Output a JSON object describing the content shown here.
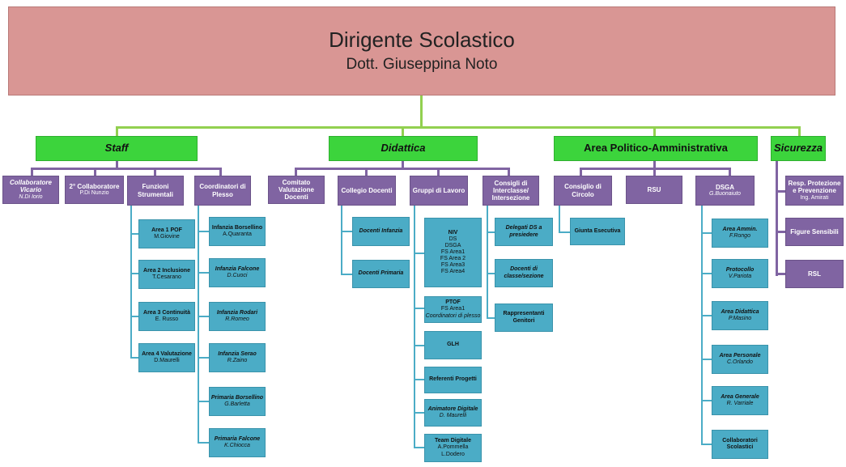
{
  "head": {
    "title": "Dirigente Scolastico",
    "subtitle": "Dott. Giuseppina Noto"
  },
  "areas": {
    "staff": "Staff",
    "didattica": "Didattica",
    "politico": "Area Politico-Amministrativa",
    "sicurezza": "Sicurezza"
  },
  "staff": {
    "vicario": {
      "label": "Collaboratore Vicario",
      "name": "N.Di Iorio"
    },
    "secondo": {
      "label": "2° Collaboratore",
      "name": "P.Di Nunzio"
    },
    "funzioni": {
      "label": "Funzioni Strumentali"
    },
    "coordinatori": {
      "label": "Coordinatori di Plesso"
    },
    "funzioni_items": [
      {
        "label": "Area 1 POF",
        "name": "M.Giovine"
      },
      {
        "label": "Area 2 Inclusione",
        "name": "T.Cesarano"
      },
      {
        "label": "Area 3 Continuità",
        "name": "E. Russo"
      },
      {
        "label": "Area 4 Valutazione",
        "name": "D.Maurelli"
      }
    ],
    "coordinatori_items": [
      {
        "label": "Infanzia Borsellino",
        "name": "A.Quaranta"
      },
      {
        "label": "Infanzia Falcone",
        "name": "D.Cuoci"
      },
      {
        "label": "Infanzia Rodari",
        "name": "R.Romeo"
      },
      {
        "label": "Infanzia Serao",
        "name": "R.Zaino"
      },
      {
        "label": "Primaria Borsellino",
        "name": "G.Barletta"
      },
      {
        "label": "Primaria Falcone",
        "name": "K.Chiocca"
      }
    ]
  },
  "didattica": {
    "comitato": "Comitato Valutazione Docenti",
    "collegio": "Collegio Docenti",
    "gruppi": "Gruppi di Lavoro",
    "consigli": "Consigli di Interclasse/ Intersezione",
    "collegio_items": [
      "Docenti Infanzia",
      "Docenti Primaria"
    ],
    "gruppi_items": [
      {
        "label": "NIV",
        "lines": [
          "DS",
          "DSGA",
          "FS Area1",
          "FS Area 2",
          "FS Area3",
          "FS Area4"
        ]
      },
      {
        "label": "PTOF",
        "lines": [
          "FS Area1",
          "Coordinatori di plesso"
        ]
      },
      {
        "label": "GLH",
        "lines": []
      },
      {
        "label": "Referenti Progetti",
        "lines": []
      },
      {
        "label": "Animatore Digitale",
        "lines": [
          "D. Maurelli"
        ]
      },
      {
        "label": "Team Digitale",
        "lines": [
          "A.Pommella",
          "L.Dodero"
        ]
      }
    ],
    "consigli_items": [
      "Delegati DS a presiedere",
      "Docenti di classe/sezione",
      "Rappresentanti Genitori"
    ]
  },
  "politico": {
    "consiglio": "Consiglio di Circolo",
    "rsu": "RSU",
    "dsga": {
      "label": "DSGA",
      "name": "G.Buonaiuto"
    },
    "giunta": "Giunta Esecutiva",
    "dsga_items": [
      {
        "label": "Area Ammin.",
        "name": "F.Rongo"
      },
      {
        "label": "Protocollo",
        "name": "V.Pariota"
      },
      {
        "label": "Area Didattica",
        "name": "P.Masino"
      },
      {
        "label": "Area Personale",
        "name": "C.Orlando"
      },
      {
        "label": "Area Generale",
        "name": "R. Varriale"
      },
      {
        "label": "Collaboratori Scolastici",
        "name": ""
      }
    ]
  },
  "sicurezza": {
    "items": [
      {
        "label": "Resp. Protezione e Prevenzione",
        "name": "Ing. Amirati"
      },
      {
        "label": "Figure Sensibili",
        "name": ""
      },
      {
        "label": "RSL",
        "name": ""
      }
    ]
  },
  "colors": {
    "top": "#d99694",
    "area": "#3cd43c",
    "level2": "#8064a2",
    "level3": "#4bacc6",
    "connector_top": "#92d050"
  }
}
